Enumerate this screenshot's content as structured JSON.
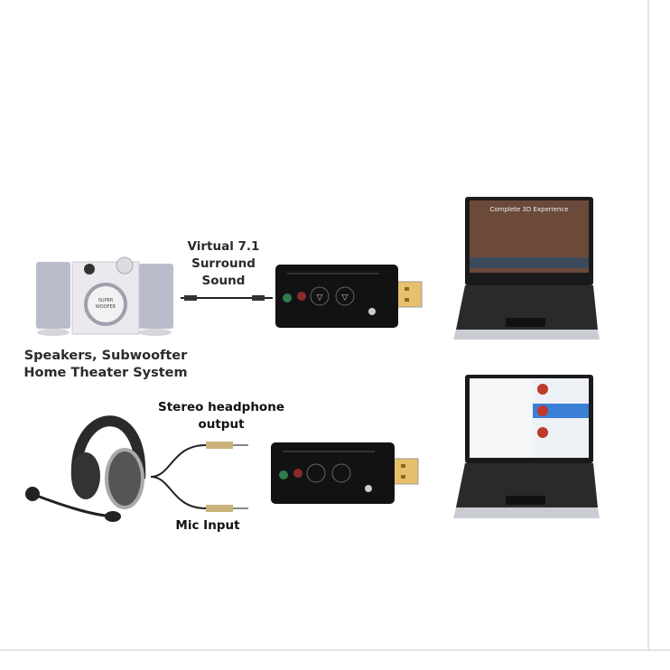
{
  "labels": {
    "surround": [
      "Virtual 7.1",
      "Surround",
      "Sound"
    ],
    "speakers": [
      "Speakers, Subwoofter",
      "Home Theater System"
    ],
    "headphone": [
      "Stereo headphone",
      "output"
    ],
    "mic": "Mic Input"
  },
  "speaker_badge": [
    "SUPER",
    "WOOFER"
  ],
  "laptop_screen_title": "Complete 3D Experience",
  "colors": {
    "card": "#111111",
    "green_jack": "#2e7d4a",
    "red_jack": "#8a2a2a",
    "usb": "#e8c870",
    "silver": "#c9ccd2"
  }
}
